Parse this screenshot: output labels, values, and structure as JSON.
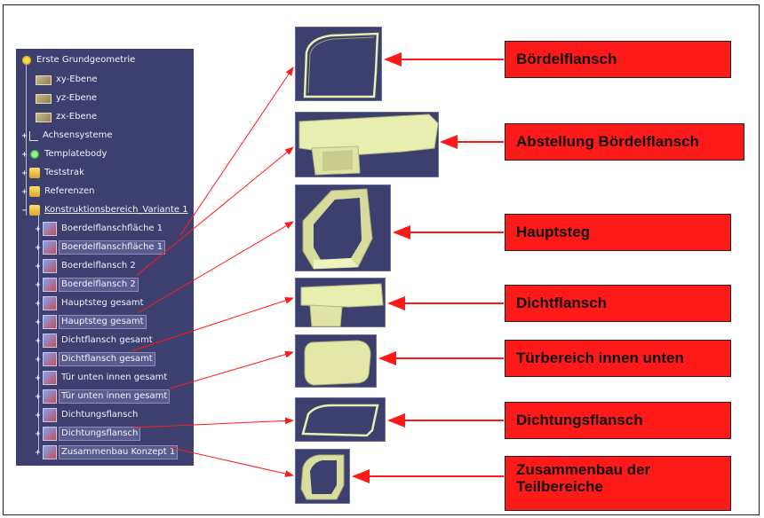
{
  "tree": {
    "root": "Erste Grundgeometrie",
    "planes": [
      "xy-Ebene",
      "yz-Ebene",
      "zx-Ebene"
    ],
    "nodes": [
      "Achsensysteme",
      "Templatebody",
      "Teststrak",
      "Referenzen",
      "Konstruktionsbereich_Variante 1"
    ],
    "features": [
      "Boerdelflanschfläche 1",
      "Boerdelflanschfläche 1",
      "Boerdelflansch 2",
      "Boerdelflansch 2",
      "Hauptsteg gesamt",
      "Hauptsteg gesamt",
      "Dichtflansch gesamt",
      "Dichtflansch gesamt",
      "Tür unten innen gesamt",
      "Tür unten innen gesamt",
      "Dichtungsflansch",
      "Dichtungsflansch",
      "Zusammenbau Konzept 1"
    ]
  },
  "callouts": [
    "Bördelflansch",
    "Abstellung Bördelflansch",
    "Hauptsteg",
    "Dichtflansch",
    "Türbereich innen unten",
    "Dichtungsflansch",
    "Zusammenbau der Teilbereiche"
  ],
  "colors": {
    "tree_bg": "#3d3f6e",
    "callout_bg": "#ff1a1a",
    "arrow": "#ff1a1a",
    "part_fill": "#e8edb0"
  }
}
